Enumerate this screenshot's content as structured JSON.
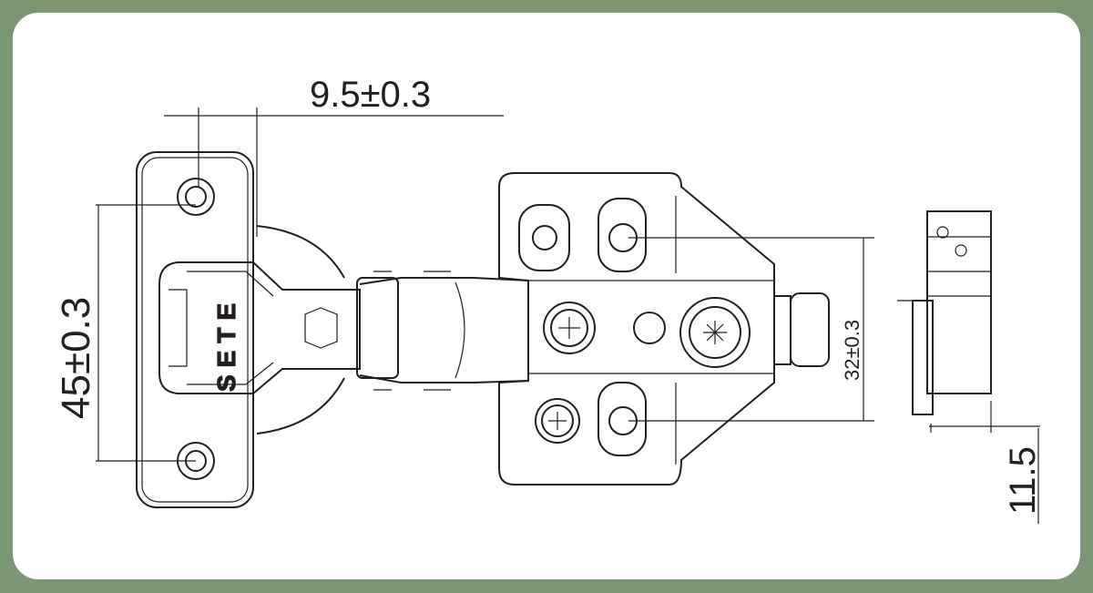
{
  "dimensions": {
    "cup_offset": "9.5±0.3",
    "hole_spacing": "45±0.3",
    "plate_spacing": "32±0.3",
    "overlay_depth": "11.5"
  },
  "logo": {
    "brand": "SETE"
  },
  "colors": {
    "frame": "#7a9672",
    "line": "#231f20",
    "background": "#ffffff"
  }
}
